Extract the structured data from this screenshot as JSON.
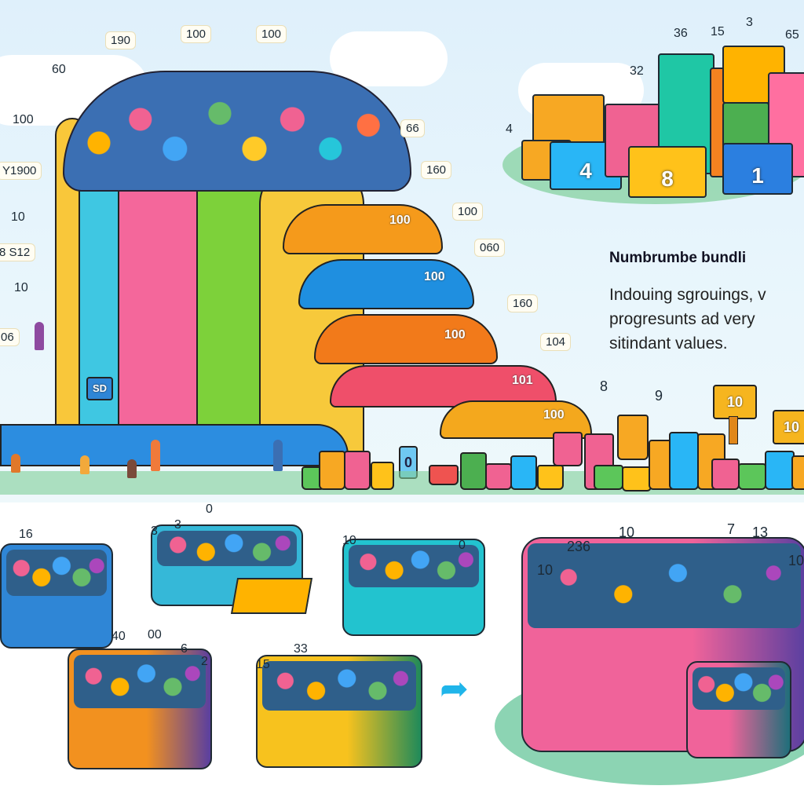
{
  "illustration": {
    "description": "Stylized infographic of colorful ring-shaped items sorted into stacked bands, cubes, cylinders and bins",
    "heading": "Numbrumbe bundli",
    "description_lines": [
      "Indouing sgrouings, v",
      "progresunts ad very",
      "sitindant   values."
    ]
  },
  "left_labels": [
    {
      "text": "60",
      "boxed": true
    },
    {
      "text": "190",
      "boxed": true
    },
    {
      "text": "100",
      "boxed": true
    },
    {
      "text": "100",
      "boxed": true
    },
    {
      "text": "100",
      "boxed": true
    },
    {
      "text": "Y1900",
      "boxed": true
    },
    {
      "text": "10",
      "boxed": false
    },
    {
      "text": "8 S12",
      "boxed": true
    },
    {
      "text": "10",
      "boxed": false
    },
    {
      "text": "06",
      "boxed": true
    }
  ],
  "right_callouts": [
    {
      "text": "66",
      "boxed": true
    },
    {
      "text": "160",
      "boxed": true
    },
    {
      "text": "100",
      "boxed": true
    },
    {
      "text": "060",
      "boxed": true
    },
    {
      "text": "160",
      "boxed": true
    },
    {
      "text": "104",
      "boxed": true
    }
  ],
  "bands": [
    {
      "label": "100",
      "color": "#f59a1b"
    },
    {
      "label": "100",
      "color": "#1f8fe0"
    },
    {
      "label": "100",
      "color": "#f27a1a"
    },
    {
      "label": "101",
      "color": "#ef4f6a"
    },
    {
      "label": "100",
      "color": "#f4a81d"
    }
  ],
  "small_markers": [
    "SD",
    "0"
  ],
  "cube_chart": {
    "top_labels": [
      "36",
      "15",
      "3",
      "65",
      "32",
      "4"
    ],
    "cube_numbers": [
      "4",
      "8",
      "1"
    ],
    "colors": [
      "#f7a823",
      "#29b6f6",
      "#f06292",
      "#1fc7a5",
      "#f58220",
      "#ffb300",
      "#4caf50",
      "#2b7fe0",
      "#ff6fa0"
    ]
  },
  "cylinder_row": {
    "labels": [
      "8",
      "9"
    ],
    "signs": [
      "10",
      "10"
    ]
  },
  "bins": [
    {
      "labels": [
        "16"
      ],
      "color": "#2f86d6"
    },
    {
      "labels": [
        "3",
        "3",
        "0"
      ],
      "color": "#35b8d8"
    },
    {
      "labels": [
        "10",
        "0"
      ],
      "color": "#22c3cf"
    },
    {
      "labels": [
        "40",
        "00",
        "6",
        "2"
      ],
      "color": "#f2911f"
    },
    {
      "labels": [
        "15",
        "33"
      ],
      "color": "#f7c21e"
    },
    {
      "labels": [
        "10",
        "236",
        "10",
        "7",
        "13",
        "10"
      ],
      "color": "#f0639a"
    }
  ],
  "arrow": "curved-arrow-right"
}
